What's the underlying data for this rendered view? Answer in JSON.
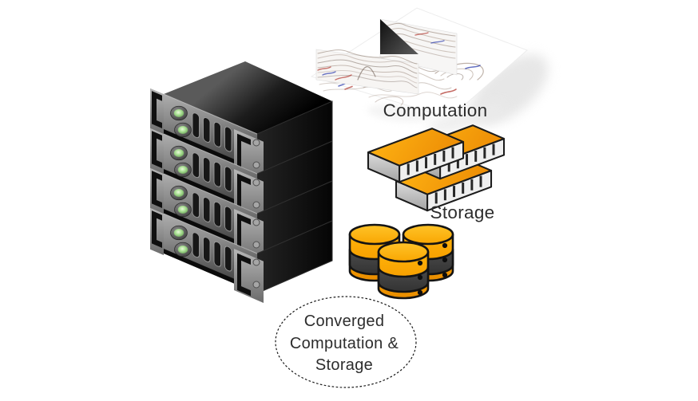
{
  "labels": {
    "computation": "Computation",
    "storage": "Storage",
    "converged": [
      "Converged",
      "Computation &",
      "Storage"
    ]
  },
  "colors": {
    "background": "#ffffff",
    "accent_orange": "#F9A602",
    "orange_light": "#FFB614",
    "orange_dark": "#E88C00",
    "database_dark_band": "#3F3F3F",
    "server_black": "#0A0A0A",
    "server_panel_gray": "#8A8A8A",
    "led_green": "#8FCF7F",
    "label_text": "#2D2D2D",
    "streamline_red": "#B23B32",
    "streamline_blue": "#2F3FAE",
    "streamline_gray": "#8A7668"
  },
  "components": {
    "server_rack_units": 4,
    "storage_modules": 3,
    "database_cylinders": 3
  }
}
